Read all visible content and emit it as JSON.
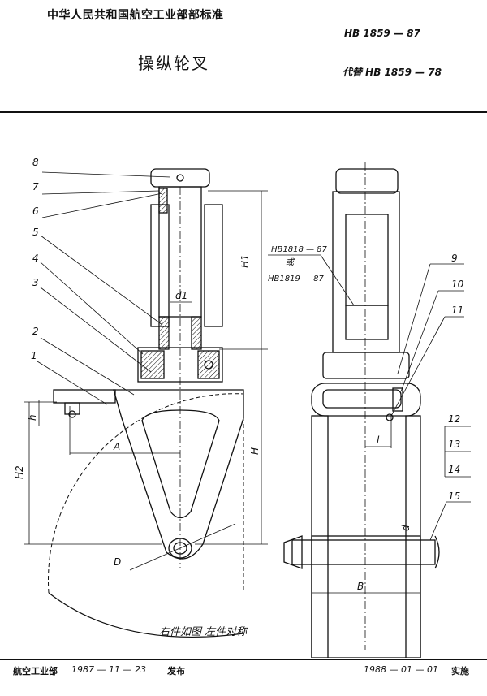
{
  "header": {
    "organization": "中华人民共和国航空工业部部标准",
    "standard_no": "HB 1859 — 87",
    "title": "操纵轮叉",
    "replaces": "代替 HB 1859 — 78"
  },
  "drawing": {
    "part_numbers": [
      "1",
      "2",
      "3",
      "4",
      "5",
      "6",
      "7",
      "8",
      "9",
      "10",
      "11",
      "12",
      "13",
      "14",
      "15"
    ],
    "dimensions": {
      "H1": "H1",
      "H": "H",
      "H2": "H2",
      "h": "h",
      "A": "A",
      "D": "D",
      "d1": "d1",
      "l": "l",
      "d": "d",
      "B": "B"
    },
    "reference_line1": "HB1818 — 87",
    "reference_or": "或",
    "reference_line2": "HB1819 — 87",
    "caption": "右件如图   左件对称"
  },
  "footer": {
    "issuer": "航空工业部",
    "issue_date": "1987 — 11 — 23",
    "publish": "发布",
    "effective_date": "1988 — 01 — 01",
    "implement": "实施"
  }
}
